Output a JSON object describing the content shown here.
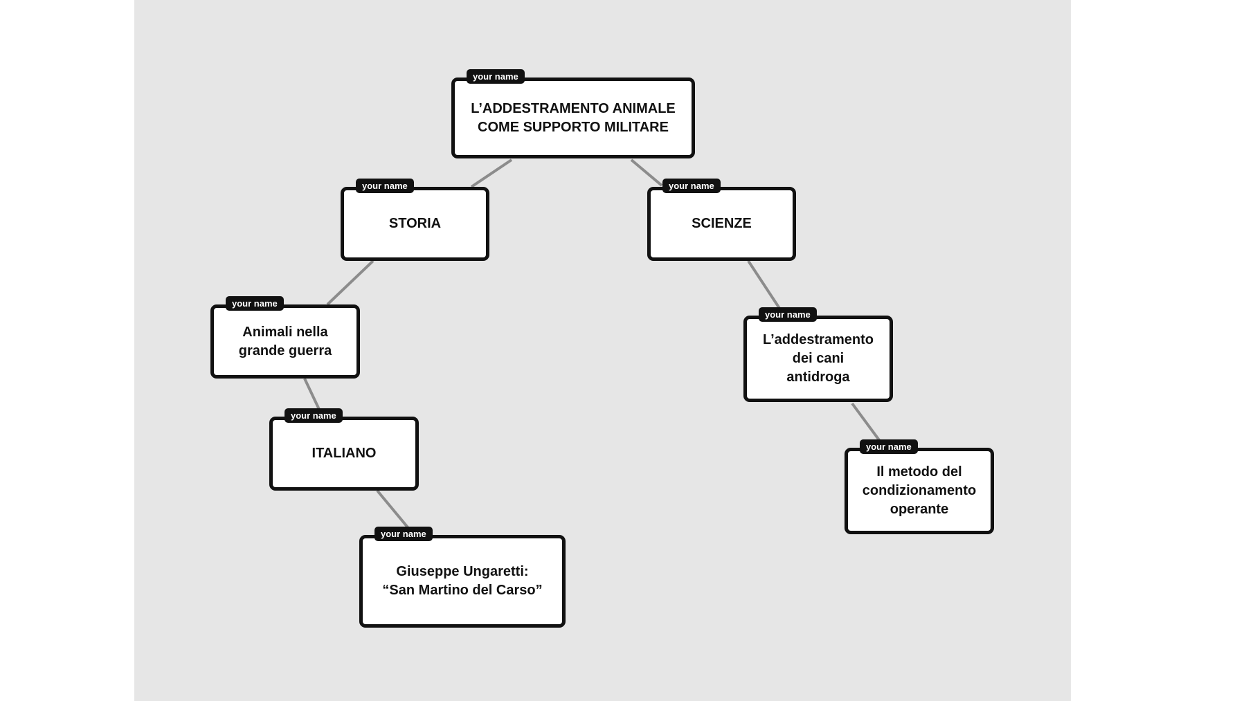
{
  "tag_label": "your name",
  "nodes": {
    "root": "L’ADDESTRAMENTO ANIMALE\nCOME SUPPORTO MILITARE",
    "storia": "STORIA",
    "scienze": "SCIENZE",
    "animali": "Animali nella\ngrande guerra",
    "italiano": "ITALIANO",
    "ungaretti": "Giuseppe Ungaretti:\n“San Martino del Carso”",
    "cani": "L’addestramento\ndei cani\nantidroga",
    "metodo": "Il metodo del\ncondizionamento\noperante"
  }
}
